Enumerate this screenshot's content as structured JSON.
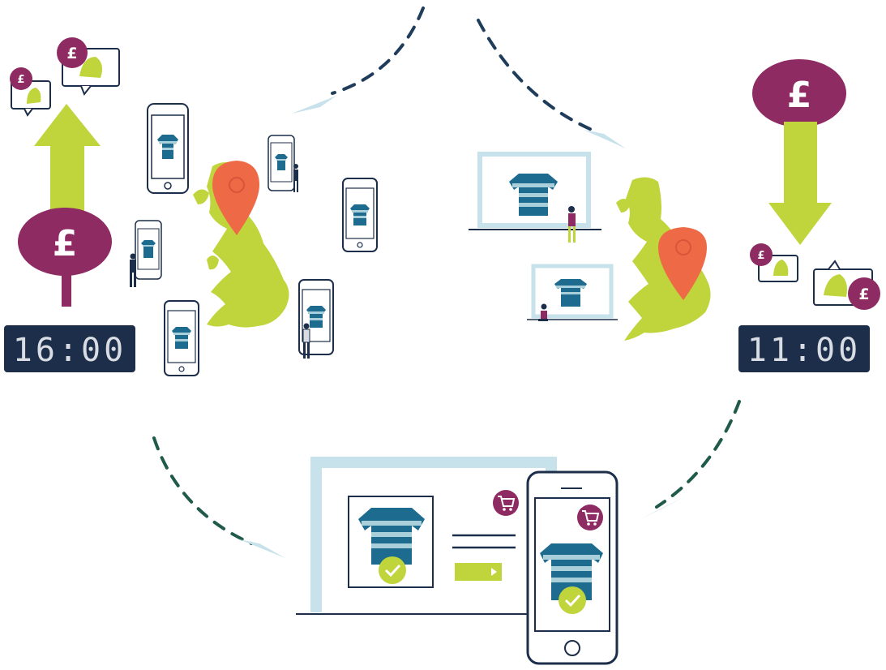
{
  "colors": {
    "navy": "#1c2e4a",
    "magenta": "#8e2b63",
    "lime": "#c0d43b",
    "orange": "#ee6a47",
    "lightblue": "#a9cfda",
    "teal": "#1d6b8f",
    "arrow_green": "#1f4c4c",
    "white": "#ffffff"
  },
  "left_scene": {
    "currency_symbol": "£",
    "badge_symbol_large": "£",
    "badge_symbol_small": "£",
    "clock_time": "16:00",
    "trend": "up"
  },
  "right_scene": {
    "currency_symbol": "£",
    "badge_symbol_large": "£",
    "badge_symbol_small": "£",
    "clock_time": "11:00",
    "trend": "down"
  },
  "icons": {
    "cart": "shopping-cart-icon",
    "check": "checkmark-icon",
    "bell": "bell-icon",
    "pin": "location-pin-icon",
    "play": "play-icon"
  }
}
